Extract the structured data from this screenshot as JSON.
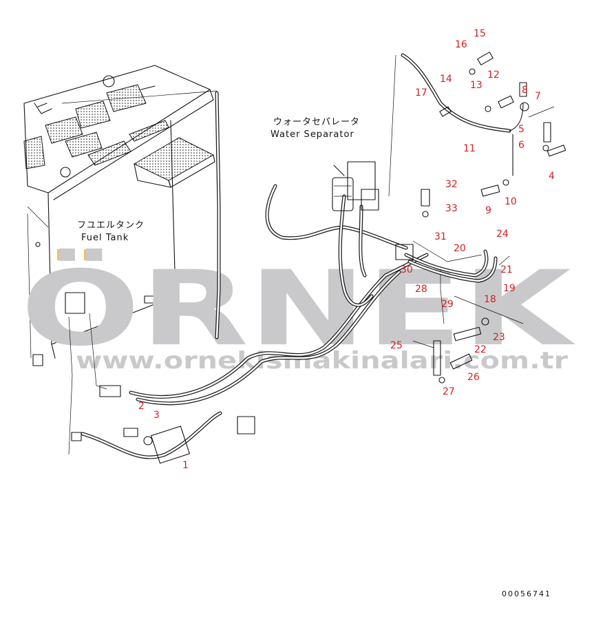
{
  "watermark": {
    "brand": "ÖRNEK",
    "url": "www.ornekismakinalari.com.tr",
    "accent_color": "#f2c14e",
    "text_color": "#c9c9cb"
  },
  "annotations": {
    "water_separator_jp": "ウォータセパレータ",
    "water_separator_en": "Water Separator",
    "fuel_tank_jp": "フユエルタンク",
    "fuel_tank_en": "Fuel Tank"
  },
  "drawing_number": "00056741",
  "part_callouts": [
    "1",
    "2",
    "3",
    "4",
    "5",
    "6",
    "7",
    "8",
    "9",
    "10",
    "11",
    "12",
    "13",
    "14",
    "15",
    "16",
    "17",
    "18",
    "19",
    "20",
    "21",
    "22",
    "23",
    "24",
    "25",
    "26",
    "27",
    "28",
    "29",
    "30",
    "31",
    "32",
    "33"
  ],
  "colors": {
    "callout": "#d31f1f",
    "line": "#111111"
  }
}
